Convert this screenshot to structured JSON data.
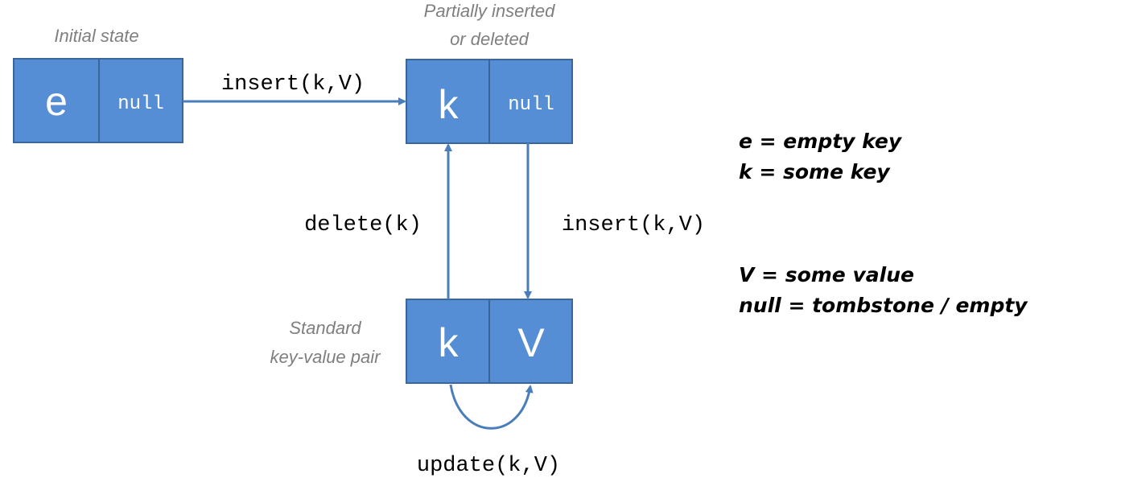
{
  "states": {
    "initial": {
      "caption": "Initial state",
      "key": "e",
      "value": "null"
    },
    "partial": {
      "caption_line1": "Partially inserted",
      "caption_line2": "or deleted",
      "key": "k",
      "value": "null"
    },
    "standard": {
      "caption_line1": "Standard",
      "caption_line2": "key-value pair",
      "key": "k",
      "value": "V"
    }
  },
  "transitions": {
    "initial_to_partial": "insert(k,V)",
    "standard_to_partial": "delete(k)",
    "partial_to_standard": "insert(k,V)",
    "standard_self": "update(k,V)"
  },
  "legend": {
    "line1": "e = empty key",
    "line2": "k = some key",
    "line3": "V = some value",
    "line4": "null = tombstone / empty"
  },
  "colors": {
    "cell_fill": "#558ed5",
    "cell_border": "#3a669c",
    "arrow": "#4a7ebb",
    "caption": "#7f7f7f"
  }
}
